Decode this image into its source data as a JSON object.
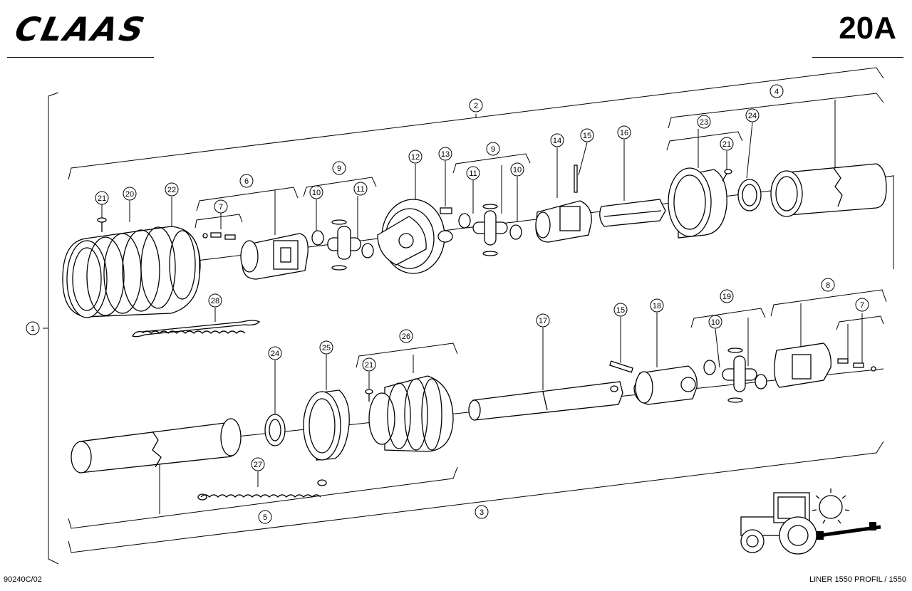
{
  "header": {
    "brand": "CLAAS",
    "page_number": "20A"
  },
  "footer": {
    "doc_code": "90240C/02",
    "model": "LINER 1550 PROFIL / 1550"
  },
  "callouts": [
    {
      "id": "c1",
      "label": "1"
    },
    {
      "id": "c2",
      "label": "2"
    },
    {
      "id": "c3",
      "label": "3"
    },
    {
      "id": "c4",
      "label": "4"
    },
    {
      "id": "c5",
      "label": "5"
    },
    {
      "id": "c6",
      "label": "6"
    },
    {
      "id": "c7a",
      "label": "7"
    },
    {
      "id": "c7b",
      "label": "7"
    },
    {
      "id": "c8",
      "label": "8"
    },
    {
      "id": "c9a",
      "label": "9"
    },
    {
      "id": "c9b",
      "label": "9"
    },
    {
      "id": "c10a",
      "label": "10"
    },
    {
      "id": "c10b",
      "label": "10"
    },
    {
      "id": "c10c",
      "label": "10"
    },
    {
      "id": "c11a",
      "label": "11"
    },
    {
      "id": "c11b",
      "label": "11"
    },
    {
      "id": "c12",
      "label": "12"
    },
    {
      "id": "c13",
      "label": "13"
    },
    {
      "id": "c14",
      "label": "14"
    },
    {
      "id": "c15a",
      "label": "15"
    },
    {
      "id": "c15b",
      "label": "15"
    },
    {
      "id": "c16",
      "label": "16"
    },
    {
      "id": "c17",
      "label": "17"
    },
    {
      "id": "c18",
      "label": "18"
    },
    {
      "id": "c19",
      "label": "19"
    },
    {
      "id": "c20",
      "label": "20"
    },
    {
      "id": "c21a",
      "label": "21"
    },
    {
      "id": "c21b",
      "label": "21"
    },
    {
      "id": "c21c",
      "label": "21"
    },
    {
      "id": "c22",
      "label": "22"
    },
    {
      "id": "c23",
      "label": "23"
    },
    {
      "id": "c24a",
      "label": "24"
    },
    {
      "id": "c24b",
      "label": "24"
    },
    {
      "id": "c25",
      "label": "25"
    },
    {
      "id": "c26",
      "label": "26"
    },
    {
      "id": "c27",
      "label": "27"
    },
    {
      "id": "c28",
      "label": "28"
    }
  ]
}
